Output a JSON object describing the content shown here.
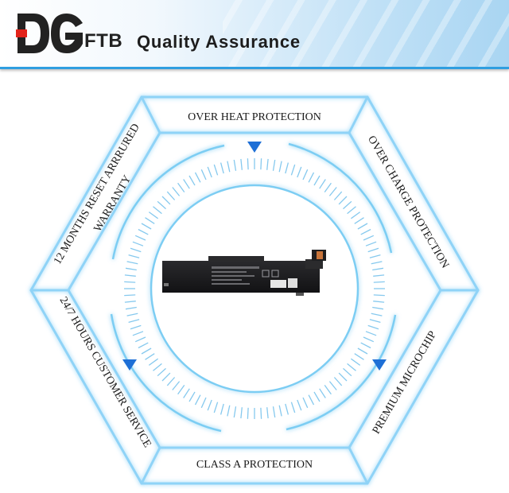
{
  "header": {
    "brand": "FTB",
    "tagline": "Quality Assurance"
  },
  "features": {
    "top": "OVER HEAT PROTECTION",
    "upper_right": "OVER CHARGE PROTECTION",
    "lower_right": "PREMIUM MICROCHIP",
    "bottom": "CLASS A PROTECTION",
    "lower_left": "24/7 HOURS CUSTOMER SERVICE",
    "upper_left_line1": "12 MONTHS RESET ARRRURED",
    "upper_left_line2": "WARRANTY"
  },
  "colors": {
    "accent": "#2f9ee0",
    "glow": "#8fd3f7",
    "arrow": "#1e6fd6",
    "battery": "#1b1b1d"
  },
  "icons": [
    "dg-logo-icon",
    "triangle-down-icon",
    "battery-product-image"
  ]
}
